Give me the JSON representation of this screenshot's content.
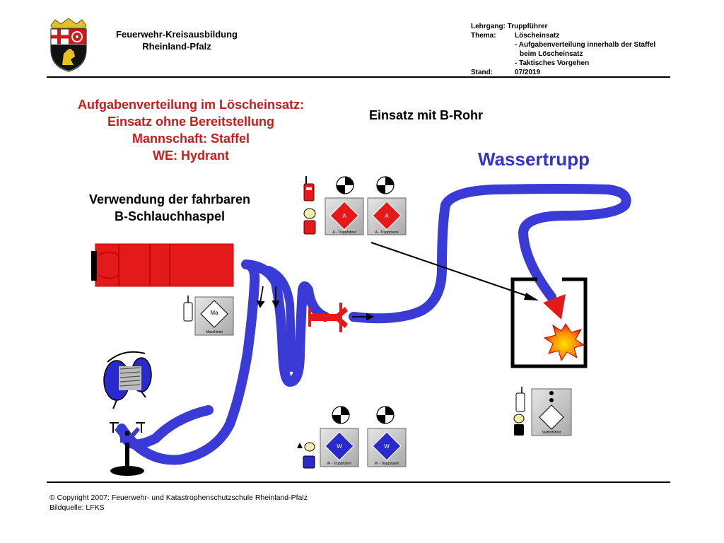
{
  "header": {
    "org_line1": "Feuerwehr-Kreisausbildung",
    "org_line2": "Rheinland-Pfalz",
    "meta": {
      "lehrgang": "Lehrgang: Truppführer",
      "thema_key": "Thema:",
      "thema_value": "Löscheinsatz",
      "line3": "- Aufgabenverteilung innerhalb der Staffel",
      "line4": "beim Löscheinsatz",
      "line5": "- Taktisches Vorgehen",
      "stand_key": "Stand:",
      "stand_value": "07/2019"
    }
  },
  "title": {
    "line1": "Aufgabenverteilung im Löscheinsatz:",
    "line2": "Einsatz ohne Bereitstellung",
    "line3": "Mannschaft: Staffel",
    "line4": "WE: Hydrant"
  },
  "einsatz_label": "Einsatz mit B-Rohr",
  "wassertrupp_label": "Wassertrupp",
  "haspel_label": {
    "line1": "Verwendung der fahrbaren",
    "line2": "B-Schlauchhaspel"
  },
  "units": {
    "a_truppfuehrer": {
      "letter": "A",
      "caption": "A - Truppführer"
    },
    "a_truppmann": {
      "letter": "A",
      "caption": "A - Truppmann"
    },
    "maschinist": {
      "letter": "Ma",
      "caption": "Maschinist"
    },
    "w_truppfuehrer": {
      "letter": "W",
      "caption": "W - Truppführer"
    },
    "w_truppmann": {
      "letter": "W",
      "caption": "W - Truppmann"
    },
    "staffelfuehrer": {
      "caption": "Staffelführer"
    }
  },
  "footer": {
    "copyright": "© Copyright 2007: Feuerwehr- und Katastrophenschutzschule Rheinland-Pfalz",
    "source": "Bildquelle: LFKS"
  },
  "colors": {
    "hose_blue": "#3a3ad6",
    "fire_red": "#e41a1a",
    "title_red": "#cc1a1a",
    "wassertrupp_blue": "#3333cc"
  }
}
